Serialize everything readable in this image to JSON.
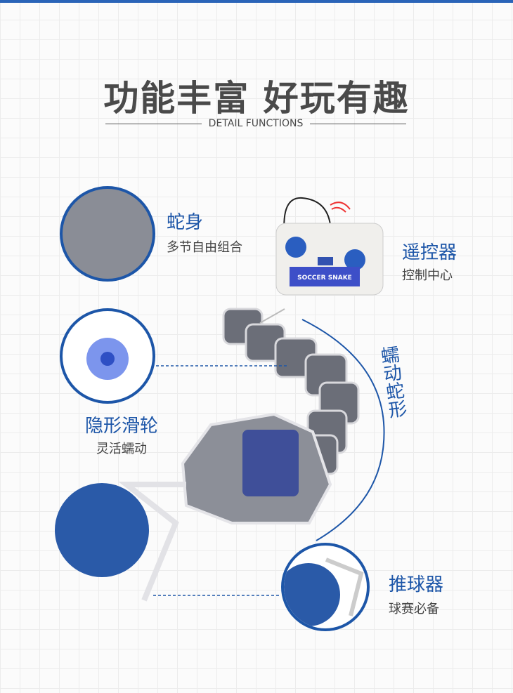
{
  "header": {
    "title": "功能丰富 好玩有趣",
    "subtitle": "DETAIL FUNCTIONS"
  },
  "features": [
    {
      "label": "蛇身",
      "desc": "多节自由组合"
    },
    {
      "label": "遥控器",
      "desc": "控制中心"
    },
    {
      "label": "隐形滑轮",
      "desc": "灵活蠕动"
    },
    {
      "label": "推球器",
      "desc": "球赛必备"
    }
  ],
  "motion_label": "蠕动蛇形",
  "remote_brand": "SOCCER SNAKE",
  "colors": {
    "accent": "#1d56a8",
    "title": "#4a4a4a",
    "ball": "#2a5aa8"
  }
}
